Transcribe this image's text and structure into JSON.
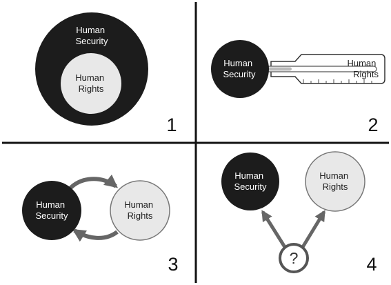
{
  "panels": [
    {
      "number": "1",
      "outer_label": [
        "Human",
        "Security"
      ],
      "inner_label": [
        "Human",
        "Rights"
      ]
    },
    {
      "number": "2",
      "bulb_label": [
        "Human",
        "Security"
      ],
      "tube_label": [
        "Human",
        "Rights"
      ]
    },
    {
      "number": "3",
      "left_label": [
        "Human",
        "Security"
      ],
      "right_label": [
        "Human",
        "Rights"
      ]
    },
    {
      "number": "4",
      "left_label": [
        "Human",
        "Security"
      ],
      "right_label": [
        "Human",
        "Rights"
      ],
      "question": "?"
    }
  ],
  "colors": {
    "dark": "#1c1c1c",
    "light": "#e8e8e8",
    "arrow": "#666666",
    "divider": "#111111"
  },
  "icons": {
    "panel2": "thermometer-icon",
    "panel3": "cycle-arrows-icon",
    "panel4": "diverging-arrows-icon"
  }
}
